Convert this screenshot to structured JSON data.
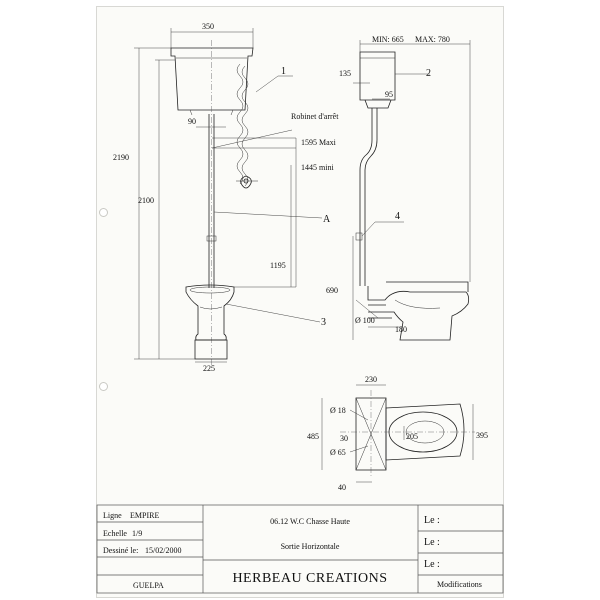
{
  "front_view": {
    "dims": {
      "cistern_width": "350",
      "total_height": "2190",
      "cistern_bottom_height": "2100",
      "pipe_offset": "90",
      "valve_max": "1595 Maxi",
      "valve_min": "1445 mini",
      "pan_height": "1195",
      "pan_base": "225"
    },
    "valve_label": "Robinet d'arrêt",
    "callouts": {
      "c1": "1",
      "cA": "A",
      "c3": "3"
    }
  },
  "side_view": {
    "dims": {
      "min": "MIN: 665",
      "max": "MAX: 780",
      "depth_135": "135",
      "depth_95": "95",
      "height_690": "690",
      "pipe_dia": "Ø 100",
      "offset_180": "180"
    },
    "callouts": {
      "c2": "2",
      "c4": "4"
    }
  },
  "plan_view": {
    "dims": {
      "width_230": "230",
      "dia_18": "Ø 18",
      "dim_30": "30",
      "dia_65": "Ø 65",
      "depth_485": "485",
      "dim_205": "205",
      "depth_395": "395",
      "dim_40": "40"
    }
  },
  "title_block": {
    "ligne_label": "Ligne",
    "ligne_value": "EMPIRE",
    "echelle_label": "Echelle",
    "echelle_value": "1/9",
    "dessine_label": "Dessiné le:",
    "dessine_value": "15/02/2000",
    "author": "GUELPA",
    "product_title": "06.12 W.C Chasse Haute",
    "product_subtitle": "Sortie Horizontale",
    "company": "HERBEAU CREATIONS",
    "le_1": "Le :",
    "le_2": "Le :",
    "le_3": "Le :",
    "modifications": "Modifications"
  }
}
